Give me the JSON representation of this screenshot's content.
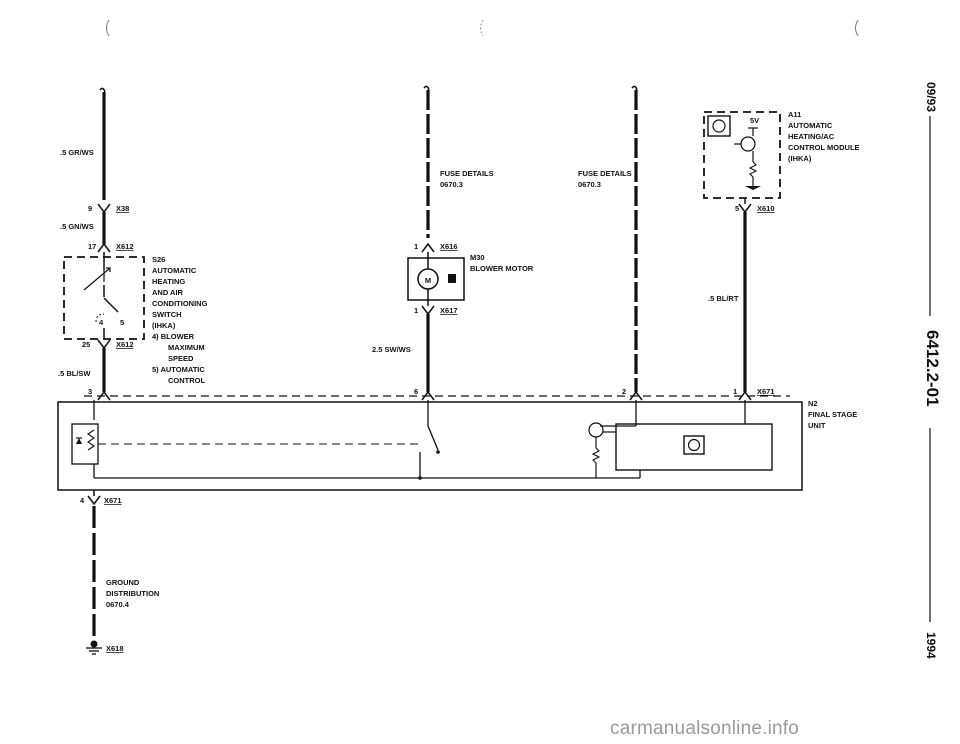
{
  "margin": {
    "date": "09/93",
    "page_code": "6412.2-01",
    "year": "1994"
  },
  "watermark": "carmanualsonline.info",
  "wires": {
    "w1": ".5 GR/WS",
    "w2": ".5 GN/WS",
    "w3": ".5 BL/SW",
    "w4": "2.5 SW/WS",
    "w5": ".5 BL/RT"
  },
  "connectors": {
    "x38": "X38",
    "x38_pin": "9",
    "x612_top": "X612",
    "x612_top_pin": "17",
    "x612_bot": "X612",
    "x612_bot_pin": "25",
    "x616": "X616",
    "x616_pin": "1",
    "x617": "X617",
    "x617_pin": "1",
    "x610": "X610",
    "x610_pin": "5",
    "x671_top": "X671",
    "x671_top_pin": "1",
    "x671_bot": "X671",
    "x671_bot_pin": "4",
    "x618": "X618",
    "n2_pin3": "3",
    "n2_pin6": "6",
    "n2_pin2": "2"
  },
  "components": {
    "s26": {
      "id": "S26",
      "lines": [
        "AUTOMATIC",
        "HEATING",
        "AND AIR",
        "CONDITIONING",
        "SWITCH",
        "(IHKA)"
      ],
      "note4": "4)  BLOWER",
      "note4b": "MAXIMUM",
      "note4c": "SPEED",
      "note5": "5)  AUTOMATIC",
      "note5b": "CONTROL",
      "pin4": "4",
      "pin5": "5"
    },
    "m30": {
      "id": "M30",
      "name": "BLOWER MOTOR",
      "symbol": "M"
    },
    "a11": {
      "id": "A11",
      "lines": [
        "AUTOMATIC",
        "HEATING/AC",
        "CONTROL MODULE",
        "(IHKA)"
      ],
      "voltage": "5V"
    },
    "n2": {
      "id": "N2",
      "lines": [
        "FINAL STAGE",
        "UNIT"
      ]
    }
  },
  "fuse_details": [
    {
      "title": "FUSE DETAILS",
      "ref": "0670.3"
    },
    {
      "title": "FUSE DETAILS",
      "ref": "0670.3"
    }
  ],
  "ground": {
    "lines": [
      "GROUND",
      "DISTRIBUTION",
      "0670.4"
    ]
  }
}
